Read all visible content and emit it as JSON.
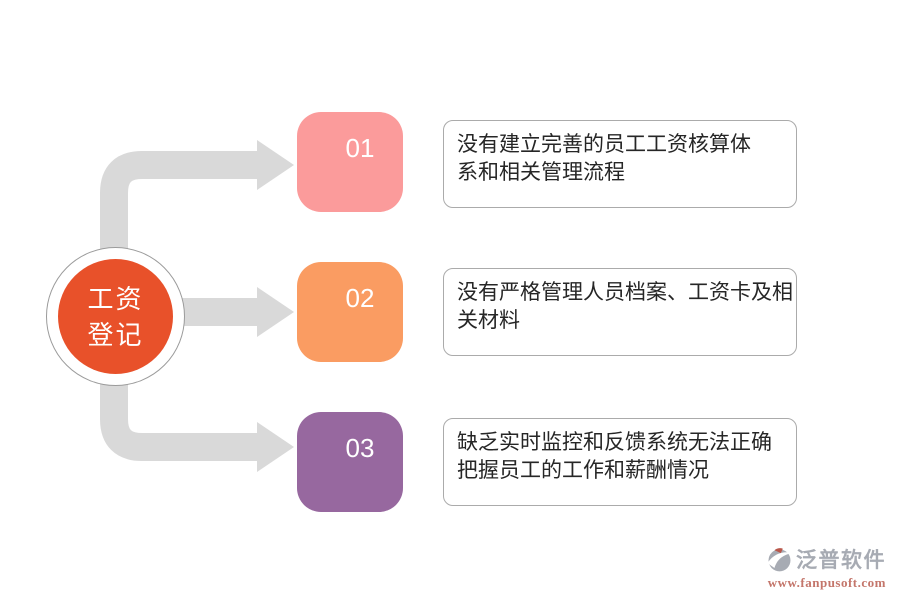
{
  "page": {
    "background": "#ffffff"
  },
  "center_node": {
    "lines": [
      "工资",
      "登记"
    ],
    "full_label": "工资登记",
    "fill": "#e8512a",
    "ring_border": "#9b9b9b"
  },
  "connectors": {
    "color": "#d9d9d9"
  },
  "steps": [
    {
      "number": "01",
      "color": "#fb9b9b",
      "text": "没有建立完善的员工工资核算体系和相关管理流程",
      "lines": [
        "没有建立完善的员工工资核算体",
        "系和相关管理流程"
      ]
    },
    {
      "number": "02",
      "color": "#fa9c62",
      "text": "没有严格管理人员档案、工资卡及相关材料",
      "lines": [
        "没有严格管理人员档案、工资卡及相",
        "关材料"
      ]
    },
    {
      "number": "03",
      "color": "#97689f",
      "text": "缺乏实时监控和反馈系统无法正确把握员工的工作和薪酬情况",
      "lines": [
        "缺乏实时监控和反馈系统无法正确",
        "把握员工的工作和薪酬情况"
      ]
    }
  ],
  "text_box": {
    "border_color": "#ababab",
    "text_color": "#262626"
  },
  "watermark": {
    "brand": "泛普软件",
    "url": "www.fanpusoft.com",
    "brand_color": "#a7abb3",
    "url_color": "#c4766b",
    "logo_accent": "#b9574a"
  }
}
